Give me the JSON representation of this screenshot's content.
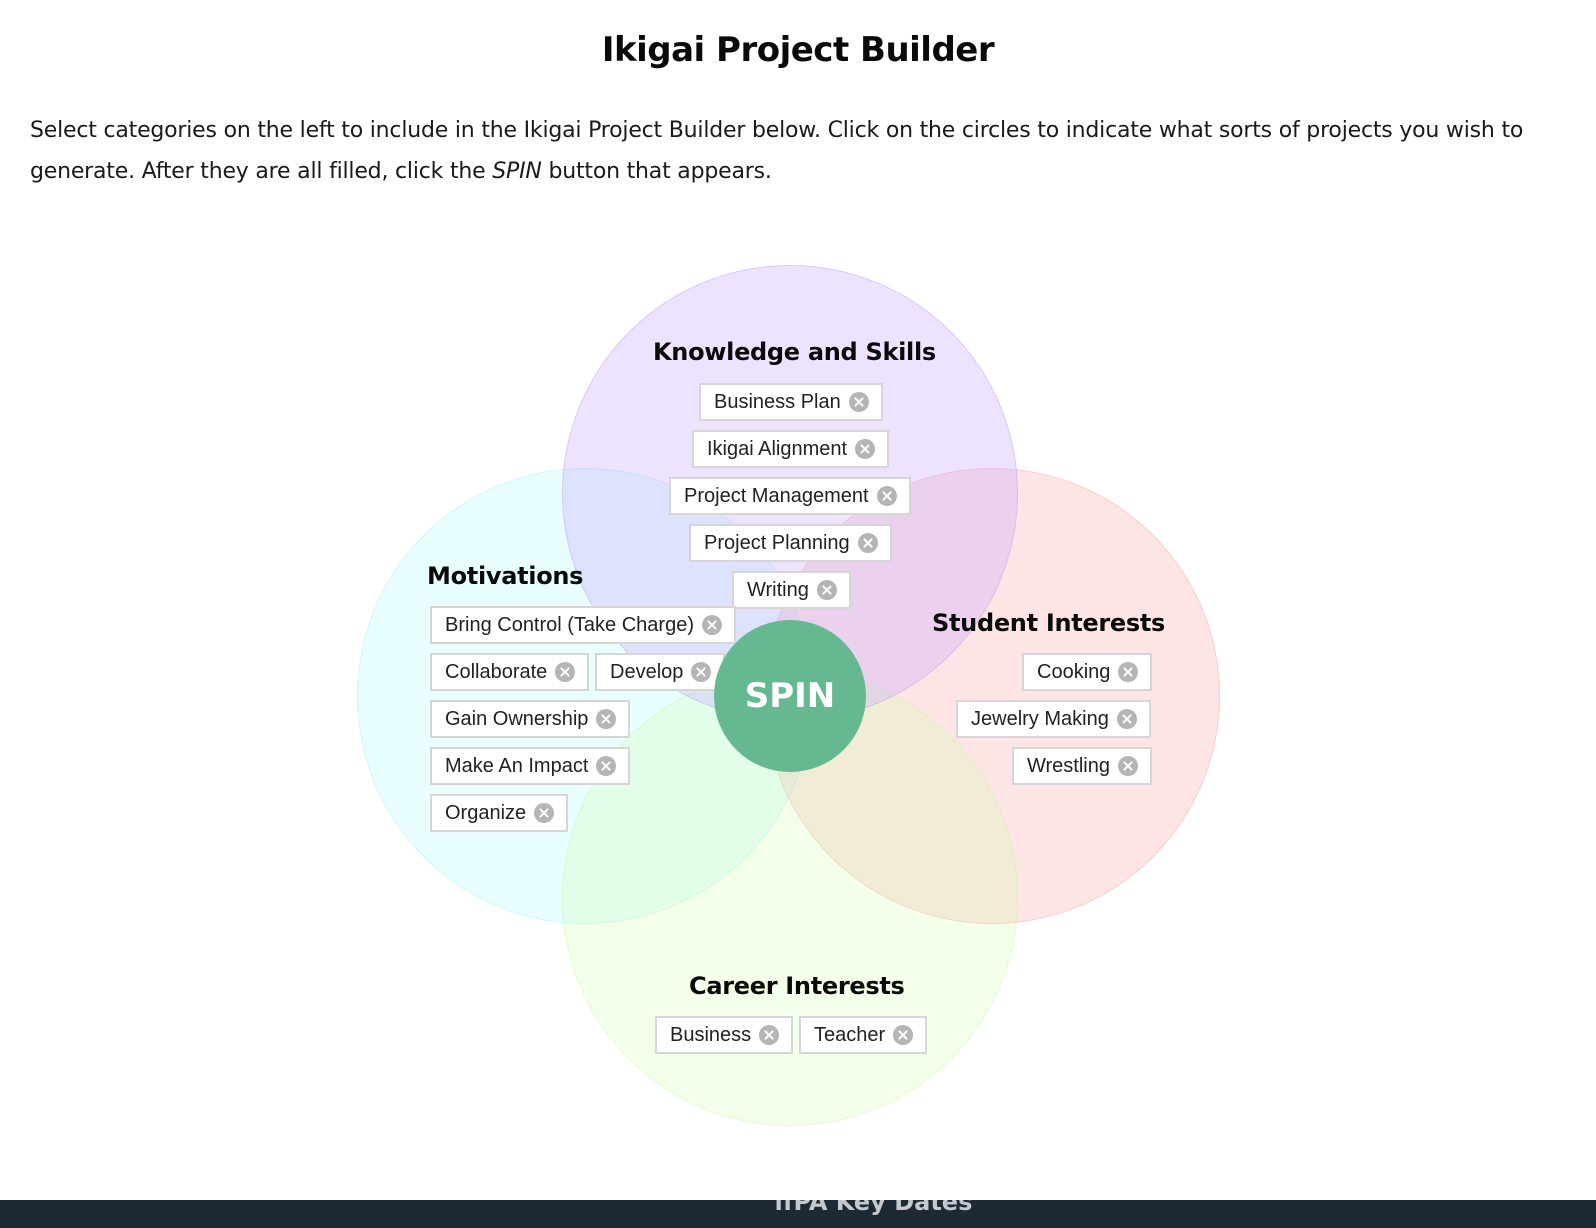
{
  "page": {
    "title": "Ikigai Project Builder",
    "intro_part1": "Select categories on the left to include in the Ikigai Project Builder below. Click on the circles to indicate what sorts of projects you wish to generate. After they are all filled, click the ",
    "intro_emphasis": "SPIN",
    "intro_part2": " button that appears."
  },
  "knowledge": {
    "title": "Knowledge and Skills",
    "tags": [
      "Business Plan",
      "Ikigai Alignment",
      "Project Management",
      "Project Planning",
      "Writing"
    ]
  },
  "motivations": {
    "title": "Motivations",
    "tags": [
      "Bring Control (Take Charge)",
      "Collaborate",
      "Develop",
      "Gain Ownership",
      "Make An Impact",
      "Organize"
    ]
  },
  "student_interests": {
    "title": "Student Interests",
    "tags": [
      "Cooking",
      "Jewelry Making",
      "Wrestling"
    ]
  },
  "career_interests": {
    "title": "Career Interests",
    "tags": [
      "Business",
      "Teacher"
    ]
  },
  "spin_button": {
    "label": "SPIN"
  },
  "footer": {
    "partial_heading": "ffPA Key Dates"
  },
  "colors": {
    "spin": "#66b891",
    "knowledge_circle": "#e9dcfd",
    "motivations_circle": "#eafdfd",
    "student_circle": "#fde4e4",
    "career_circle": "#f1fde7"
  },
  "icons": {
    "tag_remove": "close-circle-icon"
  }
}
